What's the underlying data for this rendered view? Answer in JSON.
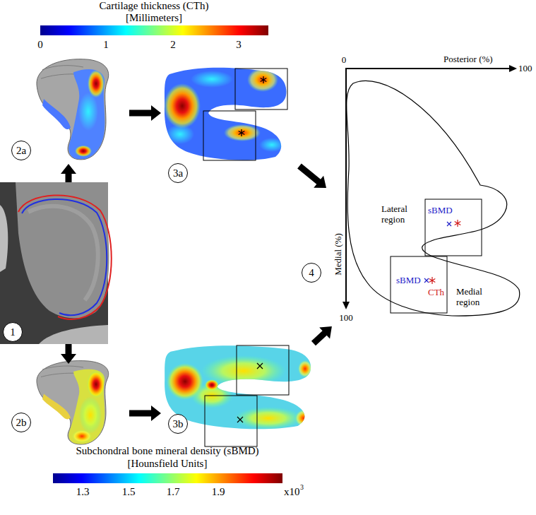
{
  "diagram": {
    "nodes": [
      {
        "text": [
          "2a"
        ]
      },
      {
        "text": [
          "3a"
        ]
      },
      {
        "text": [
          "1"
        ]
      },
      {
        "text": [
          "4"
        ]
      },
      {
        "text": [
          "2b"
        ]
      },
      {
        "text": [
          "3b"
        ]
      }
    ],
    "edges": [
      {
        "from": 2,
        "to": 0,
        "arrow": "to"
      },
      {
        "from": 2,
        "to": 4,
        "arrow": "to"
      },
      {
        "from": 0,
        "to": 1,
        "arrow": "to"
      },
      {
        "from": 4,
        "to": 5,
        "arrow": "to"
      },
      {
        "from": 1,
        "to": 3,
        "arrow": "to"
      },
      {
        "from": 5,
        "to": 3,
        "arrow": "to"
      }
    ],
    "labels": [
      "Cartilage thickness (CTh)",
      "[Millimeters]",
      "0",
      "1",
      "2",
      "3",
      "Subchondral bone mineral density (sBMD)",
      "[Hounsfield Units]",
      "1.3",
      "1.5",
      "1.7",
      "1.9",
      "x10",
      "3",
      "0",
      "Posterior (%)",
      "100",
      "Medial (%)",
      "100",
      "Lateral region",
      "sBMD",
      "sBMD",
      "CTh",
      "Medial region"
    ]
  }
}
